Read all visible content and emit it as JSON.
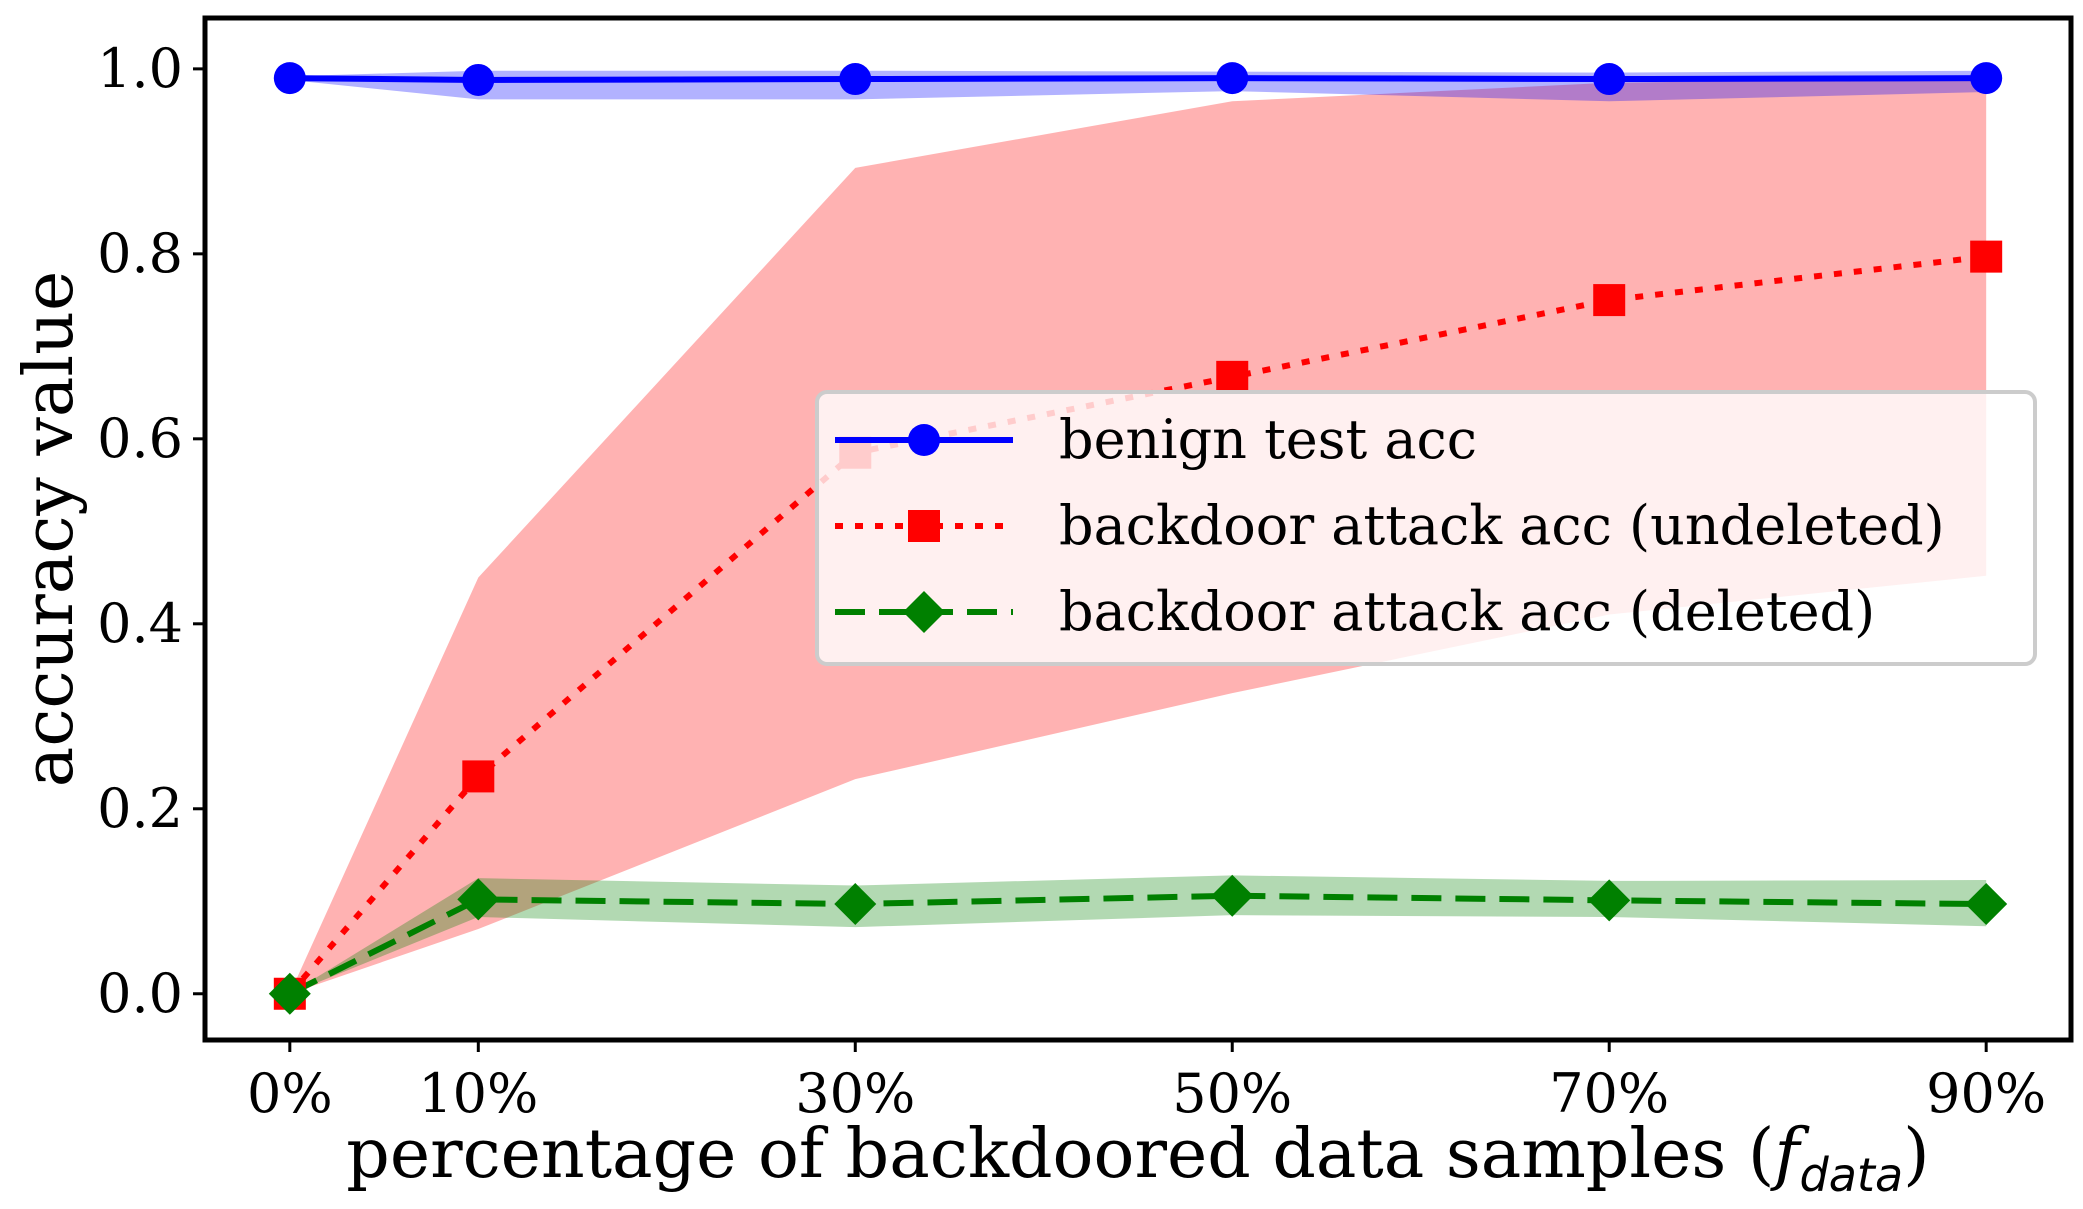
{
  "chart_data": {
    "type": "line",
    "title": "",
    "xlabel": "percentage of backdoored data samples (",
    "xlabel_symbol": "f",
    "xlabel_subscript": "data",
    "xlabel_close": ")",
    "ylabel": "accuracy value",
    "x": [
      0,
      10,
      30,
      50,
      70,
      90
    ],
    "xlim": [
      -4.5,
      94.5
    ],
    "ylim": [
      -0.05,
      1.055
    ],
    "x_tick_values": [
      0,
      10,
      30,
      50,
      70,
      90
    ],
    "x_tick_labels": [
      "0%",
      "10%",
      "30%",
      "50%",
      "70%",
      "90%"
    ],
    "y_tick_values": [
      0.0,
      0.2,
      0.4,
      0.6,
      0.8,
      1.0
    ],
    "y_tick_labels": [
      "0.0",
      "0.2",
      "0.4",
      "0.6",
      "0.8",
      "1.0"
    ],
    "grid": false,
    "legend_position": "center-right",
    "series": [
      {
        "name": "benign test acc",
        "values": [
          0.99,
          0.988,
          0.989,
          0.99,
          0.989,
          0.99
        ],
        "band_lower": [
          0.988,
          0.967,
          0.967,
          0.976,
          0.965,
          0.975
        ],
        "band_upper": [
          0.992,
          0.998,
          0.998,
          0.997,
          0.996,
          0.998
        ],
        "color": "#0000ff",
        "band_color": "#0000ff",
        "line_style": "solid",
        "marker": "circle"
      },
      {
        "name": "backdoor attack acc (undeleted)",
        "values": [
          0.0,
          0.235,
          0.585,
          0.667,
          0.75,
          0.797
        ],
        "band_lower": [
          0.0,
          0.07,
          0.232,
          0.325,
          0.41,
          0.452
        ],
        "band_upper": [
          0.0,
          0.45,
          0.893,
          0.965,
          0.985,
          0.99
        ],
        "color": "#ff0000",
        "band_color": "#ff0000",
        "line_style": "dotted",
        "marker": "square"
      },
      {
        "name": "backdoor attack acc (deleted)",
        "values": [
          0.0,
          0.102,
          0.097,
          0.106,
          0.101,
          0.097
        ],
        "band_lower": [
          0.0,
          0.083,
          0.072,
          0.085,
          0.083,
          0.073
        ],
        "band_upper": [
          0.0,
          0.125,
          0.117,
          0.128,
          0.122,
          0.123
        ],
        "color": "#008000",
        "band_color": "#008000",
        "line_style": "dashed",
        "marker": "diamond"
      }
    ]
  }
}
